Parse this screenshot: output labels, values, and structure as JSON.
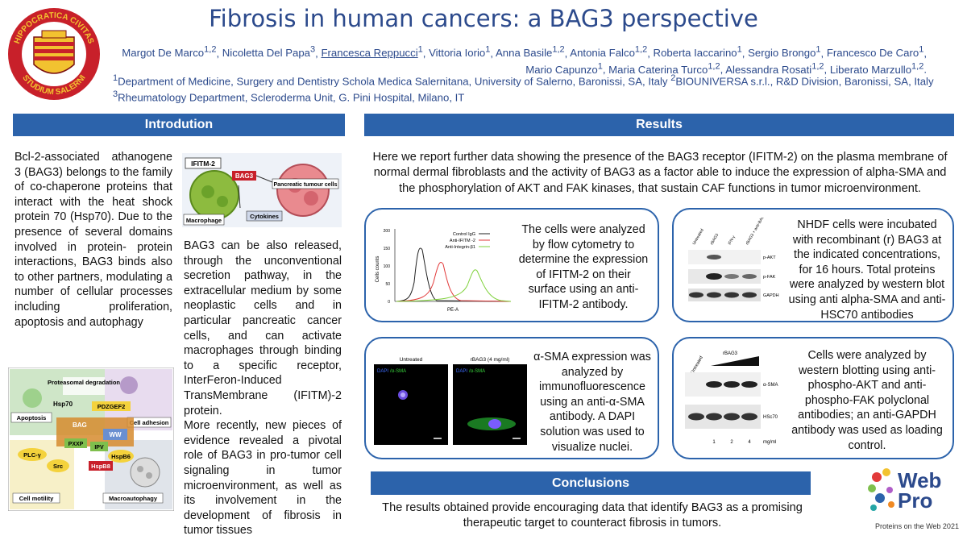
{
  "header": {
    "seal_text_top": "HIPPOCRATICA CIVITAS",
    "seal_text_bottom": "STUDIUM SALERNI",
    "title": "Fibrosis in human cancers: a BAG3 perspective",
    "authors": [
      {
        "name": "Margot De Marco",
        "sup": "1,2"
      },
      {
        "name": "Nicoletta Del Papa",
        "sup": "3"
      },
      {
        "name": "Francesca Reppucci",
        "sup": "1"
      },
      {
        "name": "Vittoria Iorio",
        "sup": "1"
      },
      {
        "name": "Anna Basile",
        "sup": "1,2"
      },
      {
        "name": "Antonia Falco",
        "sup": "1,2"
      },
      {
        "name": "Roberta Iaccarino",
        "sup": "1"
      },
      {
        "name": "Sergio Brongo",
        "sup": "1"
      },
      {
        "name": "Francesco De Caro",
        "sup": "1"
      },
      {
        "name": "Mario Capunzo",
        "sup": "1"
      },
      {
        "name": "Maria Caterina Turco",
        "sup": "1,2"
      },
      {
        "name": "Alessandra Rosati",
        "sup": "1,2"
      },
      {
        "name": "Liberato Marzullo",
        "sup": "1,2"
      }
    ],
    "affil_1_sup": "1",
    "affil_1": "Department of Medicine, Surgery and Dentistry Schola Medica Salernitana, University of Salerno, Baronissi, SA, Italy",
    "affil_2_sup": "2",
    "affil_2": "BIOUNIVERSA s.r.l., R&D Division, Baronissi, SA, Italy",
    "affil_3_sup": "3",
    "affil_3": "Rheumatology Department, Scleroderma Unit, G. Pini Hospital, Milano, IT"
  },
  "sections": {
    "introduction": "Introdution",
    "results": "Results",
    "conclusions": "Conclusions"
  },
  "introduction": {
    "para1": "Bcl-2-associated athanogene 3 (BAG3) belongs to the family of co-chaperone proteins that interact with the heat shock protein 70 (Hsp70). Due to the presence of several domains involved in protein- protein interactions, BAG3 binds also to other partners, modulating a number of cellular processes including proliferation, apoptosis and autophagy",
    "para2": "BAG3 can be also released, through the unconventional secretion pathway, in the extracellular medium by some neoplastic cells and in particular pancreatic cancer cells, and can activate macrophages through binding to a specific receptor, InterFeron-Induced TransMembrane (IFITM)-2 protein.",
    "para3": "More recently, new pieces of evidence revealed a pivotal role of BAG3 in pro-tumor cell signaling in tumor microenvironment, as well as its involvement in the development of fibrosis in tumor tissues",
    "fig1": {
      "ifitm": "IFITM-2",
      "bag3": "BAG3",
      "macrophage": "Macrophage",
      "cytokines": "Cytokines",
      "tumour": "Pancreatic tumour cells"
    },
    "fig2": {
      "proteasomal": "Proteasomal degradation",
      "hsp70": "Hsp70",
      "pdzgef2": "PDZGEF2",
      "apoptosis": "Apoptosis",
      "cell_adhesion": "Cell adhesion",
      "bag": "BAG",
      "ww": "WW",
      "pxxp": "PXXP",
      "ipv": "IPV",
      "plc": "PLC-γ",
      "src": "Src",
      "hspb6": "HspB6",
      "hspb8": "HspB8",
      "cell_motility": "Cell motility",
      "macroautophagy": "Macroautophagy"
    }
  },
  "results": {
    "intro": "Here we report further data showing the presence of the BAG3 receptor (IFITM-2) on the plasma membrane of normal dermal fibroblasts and the activity of BAG3 as a factor able to induce the expression of alpha-SMA and the phosphorylation of AKT and FAK kinases, that sustain CAF functions in tumor microenvironment.",
    "box1_text": "The cells were analyzed by flow cytometry to determine the expression of IFITM-2 on their surface using an anti-IFITM-2 antibody.",
    "box2_text": "NHDF cells were incubated with recombinant (r) BAG3 at the indicated concentrations, for 16 hours. Total proteins were analyzed by western blot using anti alpha-SMA and anti-HSC70 antibodies",
    "box3_text": "α-SMA expression was analyzed by immunofluorescence using an anti-α-SMA antibody. A DAPI solution was used to visualize nuclei.",
    "box4_text": "Cells were analyzed by western blotting using anti-phospho-AKT and anti-phospho-FAK polyclonal antibodies; an anti-GAPDH antibody was used as loading control.",
    "flow": {
      "legend": [
        "Control IgG",
        "Anti-IFITM -2",
        "Anti-Integrin-β1"
      ],
      "legend_colors": [
        "#222222",
        "#e23a3a",
        "#7fd13b"
      ],
      "ylabel": "Cells counts",
      "xlabel": "PE-A",
      "yticks": [
        "0",
        "50",
        "100",
        "150",
        "200"
      ]
    },
    "wb1": {
      "lanes": [
        "Untreated",
        "rBAG3",
        "IFN-γ",
        "rBAG3 + anti-BAG3 mAb"
      ],
      "rows": [
        "p-AKT",
        "p-FAK",
        "GAPDH"
      ]
    },
    "if": {
      "left_title": "Untreated",
      "right_title": "rBAG3 (4 mg/ml)",
      "stain_dapi": "DAPI",
      "stain_sma": "/α-SMA"
    },
    "wb2": {
      "lane0": "Untreated",
      "group": "rBAG3",
      "rows": [
        "α-SMA",
        "HSc70"
      ],
      "conc": [
        "1",
        "2",
        "4"
      ],
      "unit": "mg/ml"
    }
  },
  "conclusions": {
    "text": "The results obtained provide encouraging data that identify BAG3 as a promising therapeutic target to counteract fibrosis in tumors."
  },
  "logo": {
    "web": "Web",
    "pro": "Pro",
    "tagline": "Proteins on the Web 2021"
  },
  "colors": {
    "accent": "#2c63ab",
    "title": "#2c4a8c",
    "seal_red": "#c8202a",
    "seal_gold": "#f2c230"
  }
}
